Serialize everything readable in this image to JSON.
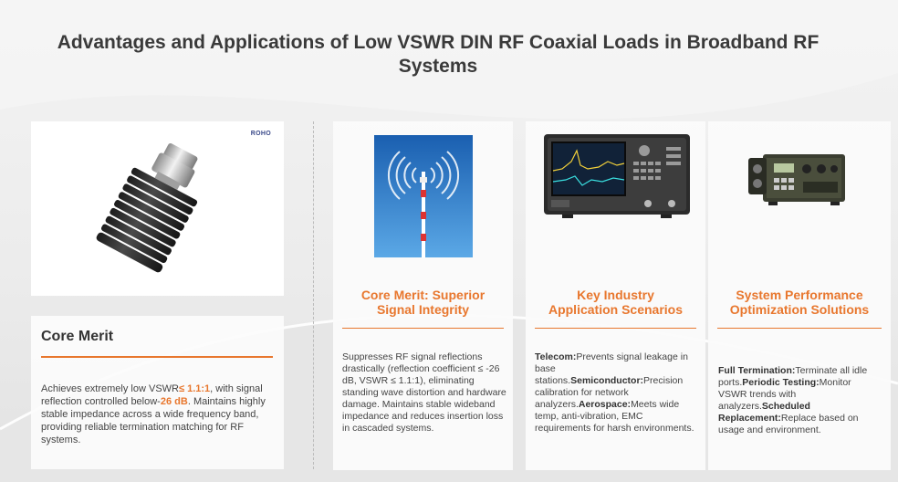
{
  "title": "Advantages and Applications of Low VSWR DIN RF Coaxial Loads in Broadband RF Systems",
  "product": {
    "brand": "ROHO"
  },
  "core_merit": {
    "heading": "Core Merit",
    "text_1": "Achieves extremely low VSWR",
    "hl_1": "≤ 1.1:1",
    "text_2": ", with signal reflection controlled below-",
    "hl_2": "26 dB",
    "text_3": ". Maintains highly stable impedance across a wide frequency band, providing reliable termination matching for RF systems."
  },
  "cards": [
    {
      "heading_1": "Core Merit: Superior",
      "heading_2": "Signal Integrity",
      "body": "Suppresses RF signal reflections drastically (reflection coefficient ≤ -26 dB, VSWR ≤ 1.1:1), eliminating standing wave distortion and hardware damage. Maintains stable wideband impedance and reduces insertion loss in cascaded systems."
    },
    {
      "heading_1": "Key Industry",
      "heading_2": "Application Scenarios",
      "items": [
        {
          "label": "Telecom:",
          "text": "Prevents signal leakage in base stations."
        },
        {
          "label": "Semiconductor:",
          "text": "Precision calibration for network analyzers."
        },
        {
          "label": "Aerospace:",
          "text": "Meets wide temp, anti-vibration, EMC requirements for harsh environments."
        }
      ]
    },
    {
      "heading_1": "System Performance",
      "heading_2": "Optimization Solutions",
      "items": [
        {
          "label": "Full Termination:",
          "text": "Terminate all idle ports."
        },
        {
          "label": "Periodic Testing:",
          "text": "Monitor VSWR trends with analyzers."
        },
        {
          "label": "Scheduled Replacement:",
          "text": "Replace based on usage and environment."
        }
      ]
    }
  ],
  "colors": {
    "accent": "#e8772e",
    "sky": "#1a6fc0",
    "text": "#444444"
  }
}
